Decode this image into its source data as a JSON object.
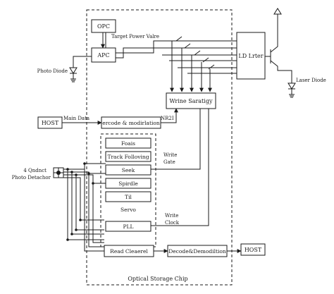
{
  "chip": {
    "label": "Optical Storage Chip"
  },
  "blocks": {
    "opc": "OPC",
    "apc": "APC",
    "ld_driver": "LD Lrter",
    "write_strategy": "Wrine Saratigy",
    "encode": "ercode & modirlation",
    "host_top": "HOST",
    "host_bottom": "HOST",
    "read_channel": "Read Cleaerel",
    "decode": "Decode&Demodiltion",
    "pll": "PLL"
  },
  "servo": {
    "title": "Servo",
    "items": [
      "Foais",
      "Track Folloving",
      "Seek",
      "Spirdle",
      "Til"
    ]
  },
  "labels": {
    "target_power": "Target Power Valre",
    "photo_diode": "Photo Diode",
    "laser_diode": "Laser Diode",
    "main_data": "Main Data",
    "nrzi": "NR2I",
    "write_gate_1": "Write",
    "write_gate_2": "Gate",
    "write_clock_1": "Write",
    "write_clock_2": "Clock",
    "detector_1": "4 Qndnct",
    "detector_2": "Photo Detachor"
  }
}
